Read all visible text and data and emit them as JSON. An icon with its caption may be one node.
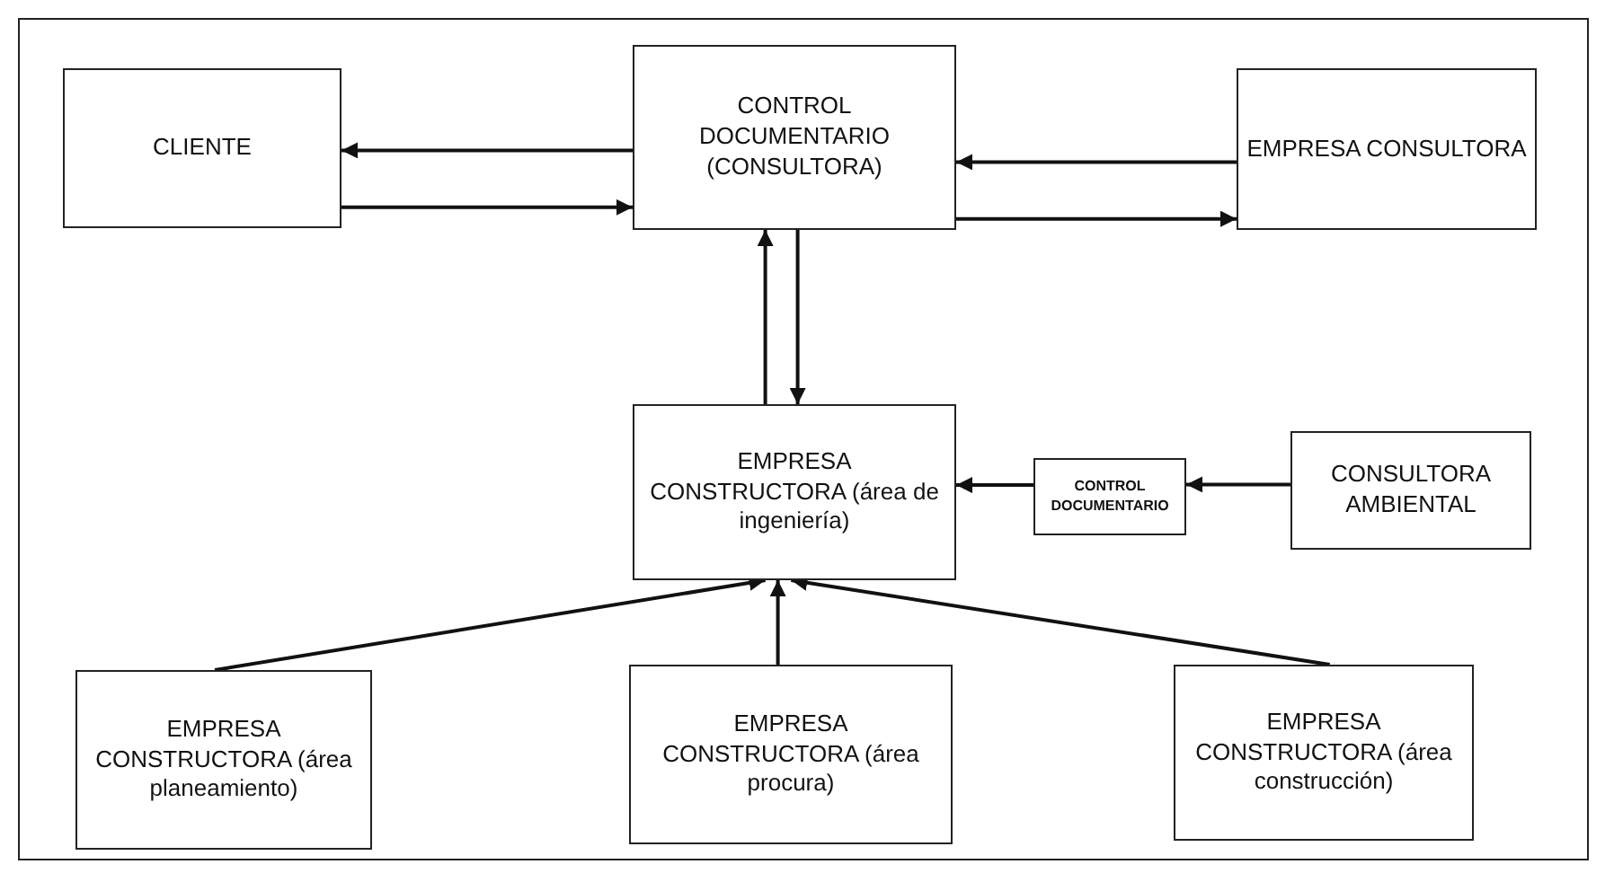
{
  "diagram": {
    "nodes": [
      {
        "text": [
          "CLIENTE"
        ]
      },
      {
        "text": [
          "CONTROL DOCUMENTARIO (CONSULTORA)"
        ]
      },
      {
        "text": [
          "EMPRESA CONSULTORA"
        ]
      },
      {
        "text": [
          "EMPRESA CONSTRUCTORA (área de ingeniería)"
        ]
      },
      {
        "text": [
          "CONTROL DOCUMENTARIO"
        ]
      },
      {
        "text": [
          "CONSULTORA AMBIENTAL"
        ]
      },
      {
        "text": [
          "EMPRESA CONSTRUCTORA (área planeamiento)"
        ]
      },
      {
        "text": [
          "EMPRESA CONSTRUCTORA (área procura)"
        ]
      },
      {
        "text": [
          "EMPRESA CONSTRUCTORA (área construcción)"
        ]
      }
    ],
    "edges": [
      {
        "from": 1,
        "to": 0,
        "arrow": "to"
      },
      {
        "from": 0,
        "to": 1,
        "arrow": "to"
      },
      {
        "from": 2,
        "to": 1,
        "arrow": "to"
      },
      {
        "from": 1,
        "to": 2,
        "arrow": "to"
      },
      {
        "from": 3,
        "to": 1,
        "arrow": "to"
      },
      {
        "from": 1,
        "to": 3,
        "arrow": "to"
      },
      {
        "from": 4,
        "to": 3,
        "arrow": "to"
      },
      {
        "from": 5,
        "to": 4,
        "arrow": "to"
      },
      {
        "from": 6,
        "to": 3,
        "arrow": "to"
      },
      {
        "from": 7,
        "to": 3,
        "arrow": "to"
      },
      {
        "from": 8,
        "to": 3,
        "arrow": "to"
      }
    ]
  }
}
